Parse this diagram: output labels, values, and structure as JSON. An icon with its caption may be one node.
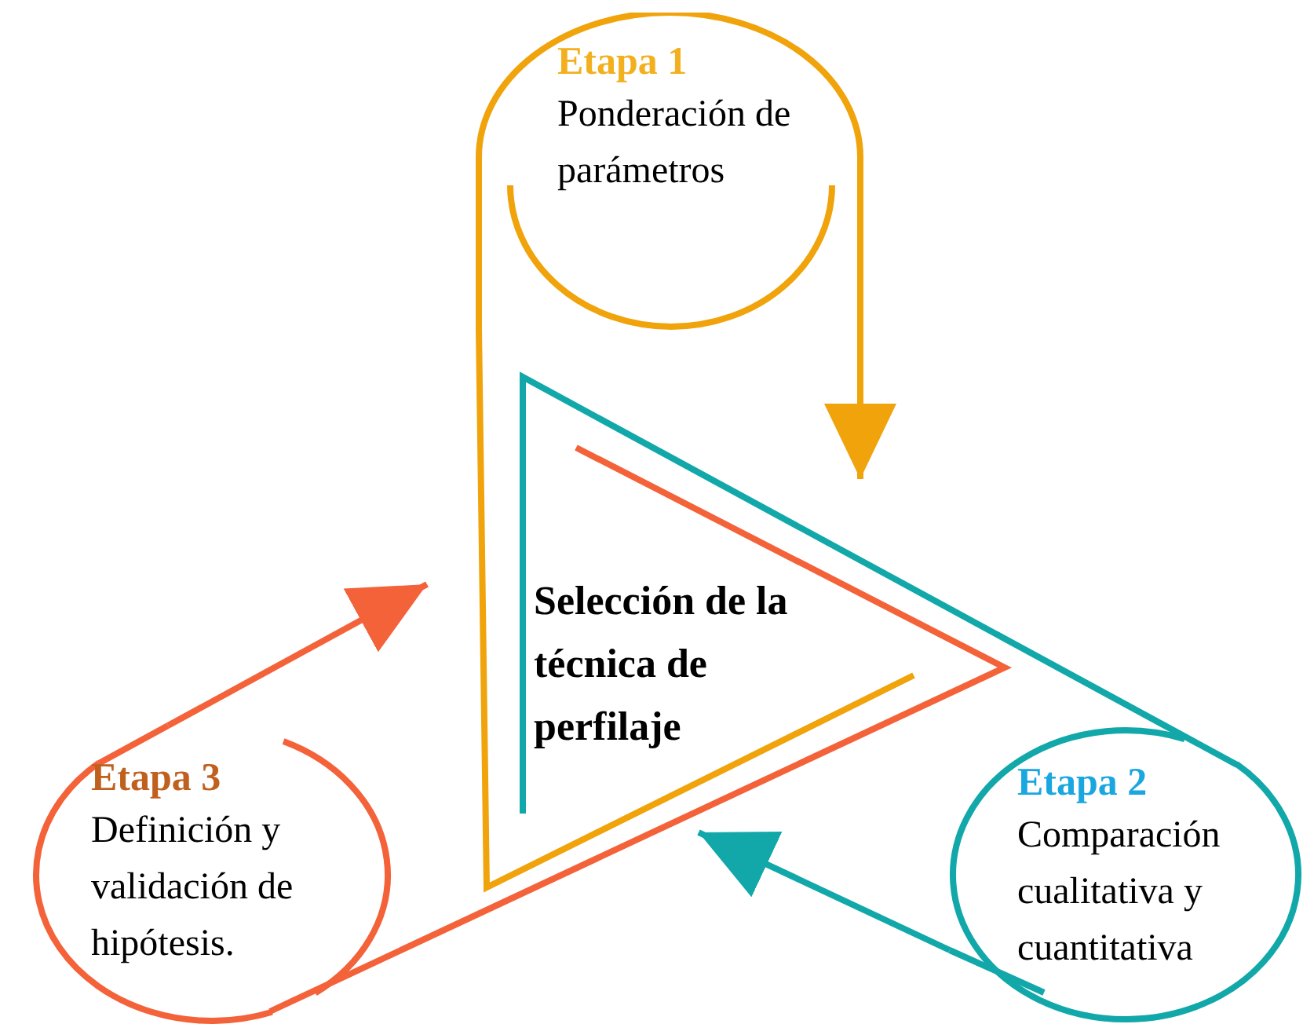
{
  "diagram": {
    "nodes": [
      {
        "text": [
          "Selección de la técnica de perfilaje"
        ]
      },
      {
        "text": [
          "Etapa 1",
          "Ponderación de parámetros"
        ]
      },
      {
        "text": [
          "Etapa 2",
          "Comparación cualitativa y cuantitativa"
        ]
      },
      {
        "text": [
          "Etapa 3",
          "Definición y validación de hipótesis."
        ]
      }
    ],
    "edges": [
      {
        "from": 1,
        "to": 0,
        "arrow": "to",
        "color": "#f0a30a"
      },
      {
        "from": 2,
        "to": 0,
        "arrow": "to",
        "color": "#12a8aa"
      },
      {
        "from": 3,
        "to": 0,
        "arrow": "to",
        "color": "#f4623a"
      }
    ]
  }
}
